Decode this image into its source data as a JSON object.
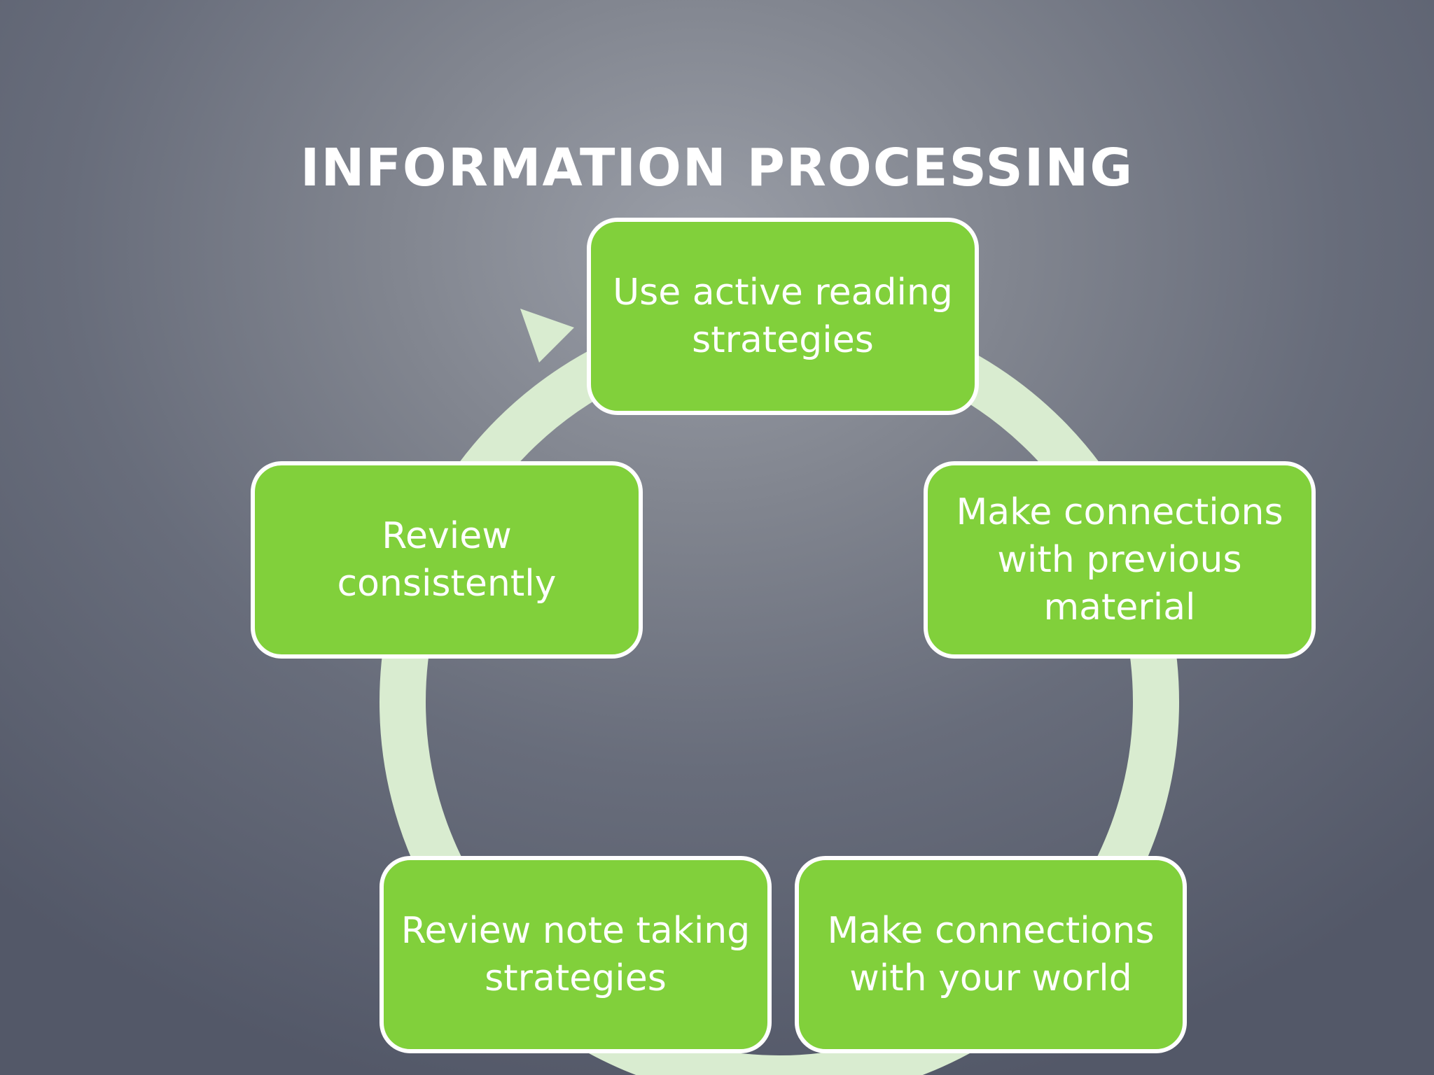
{
  "slide": {
    "title": "INFORMATION PROCESSING"
  },
  "cycle": {
    "steps": [
      {
        "id": "use-active-reading",
        "label": "Use active reading strategies"
      },
      {
        "id": "connections-previous",
        "label": "Make connections with previous material"
      },
      {
        "id": "connections-world",
        "label": "Make connections with your world"
      },
      {
        "id": "review-note-taking",
        "label": "Review note taking strategies"
      },
      {
        "id": "review-consistently",
        "label": "Review consistently"
      }
    ],
    "colors": {
      "node_fill": "#81d03b",
      "node_border": "#ffffff",
      "ring": "#d9ecd0"
    }
  }
}
